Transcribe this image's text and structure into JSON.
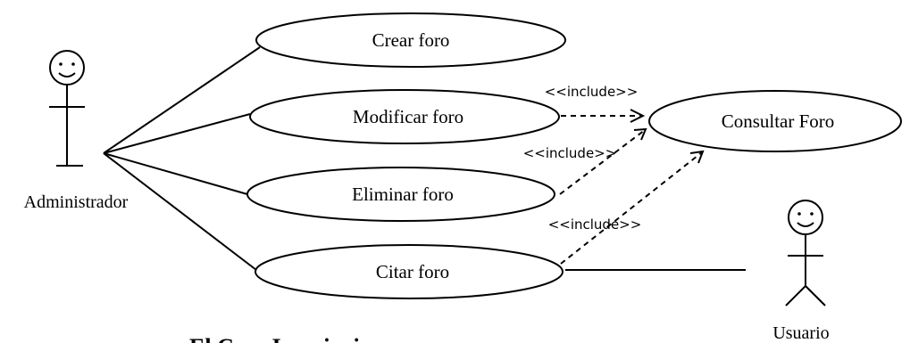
{
  "actors": {
    "admin": {
      "label": "Administrador"
    },
    "user": {
      "label": "Usuario"
    }
  },
  "use_cases": {
    "crear": "Crear foro",
    "modificar": "Modificar foro",
    "eliminar": "Eliminar foro",
    "citar": "Citar foro",
    "consultar": "Consultar Foro"
  },
  "relations": {
    "include_1": "<<include>>",
    "include_2": "<<include>>",
    "include_3": "<<include>>"
  },
  "caption": "El Caso Inscripcion"
}
